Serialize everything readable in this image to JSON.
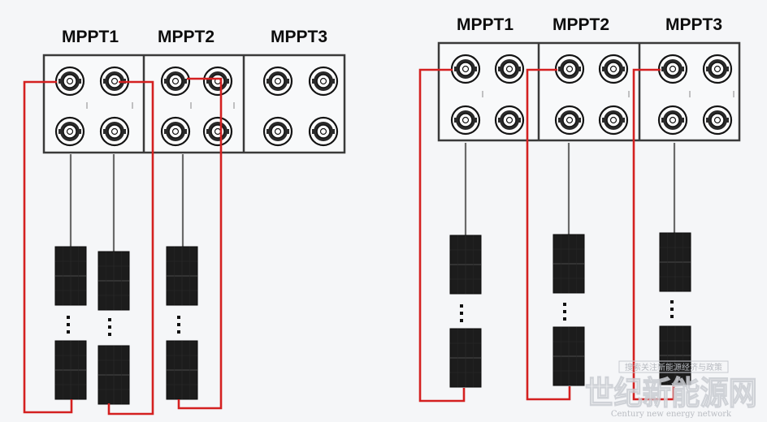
{
  "diagram": {
    "left_inverter": {
      "labels": [
        "MPPT1",
        "MPPT2",
        "MPPT3"
      ]
    },
    "right_inverter": {
      "labels": [
        "MPPT1",
        "MPPT2",
        "MPPT3"
      ]
    },
    "colors": {
      "wire": "#d42020",
      "frame": "#3a3a3a",
      "cable": "#6a6a6a",
      "panel": "#1c1c1c",
      "panel_grid": "#4a4a4a"
    },
    "icons": [
      "pv-connector-icon",
      "solar-panel-icon",
      "ellipsis-dots-icon"
    ]
  },
  "watermark": {
    "top_text": "搜索关注新能源经济与政策",
    "main_text": "世纪新能源网",
    "sub_text": "Century new energy network"
  }
}
